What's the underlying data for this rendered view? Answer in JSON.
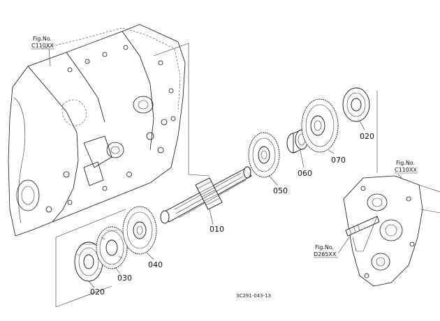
{
  "references": {
    "top_left": {
      "line1": "Fig.No.",
      "line2": "C110XX"
    },
    "right": {
      "line1": "Fig.No.",
      "line2": "C110XX"
    },
    "lower_right": {
      "line1": "Fig.No.",
      "line2": "D265XX"
    }
  },
  "part_labels": {
    "p010": "010",
    "p020_bottom": "020",
    "p020_top": "020",
    "p030": "030",
    "p040": "040",
    "p050": "050",
    "p060": "060",
    "p070": "070"
  },
  "diagram_code": "3C291-043-13"
}
